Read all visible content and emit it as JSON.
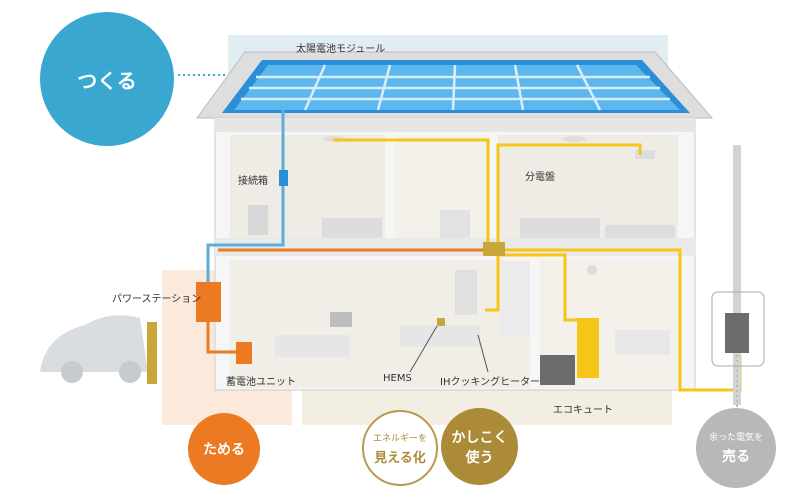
{
  "labels": {
    "solar_module": "太陽電池モジュール",
    "junction_box": "接続箱",
    "distribution_board": "分電盤",
    "power_station": "パワーステーション",
    "battery_unit": "蓄電池ユニット",
    "hems": "HEMS",
    "ih_heater": "IHクッキングヒーター",
    "eco_cute": "エコキュート"
  },
  "circles": {
    "make": "つくる",
    "store": "ためる",
    "visualize_top": "エネルギーを",
    "visualize_bottom": "見える化",
    "smart_top": "かしこく",
    "smart_bottom": "使う",
    "sell_top": "余った電気を",
    "sell_bottom": "売る"
  },
  "colors": {
    "make": "#3aa7d0",
    "store": "#ec7a22",
    "visualize_ring": "#b99a4a",
    "smart": "#ab8b37",
    "sell": "#b8b8b8",
    "solar_line": "#5aaedc",
    "power_line": "#f5c518",
    "battery_line": "#ec7a22"
  }
}
